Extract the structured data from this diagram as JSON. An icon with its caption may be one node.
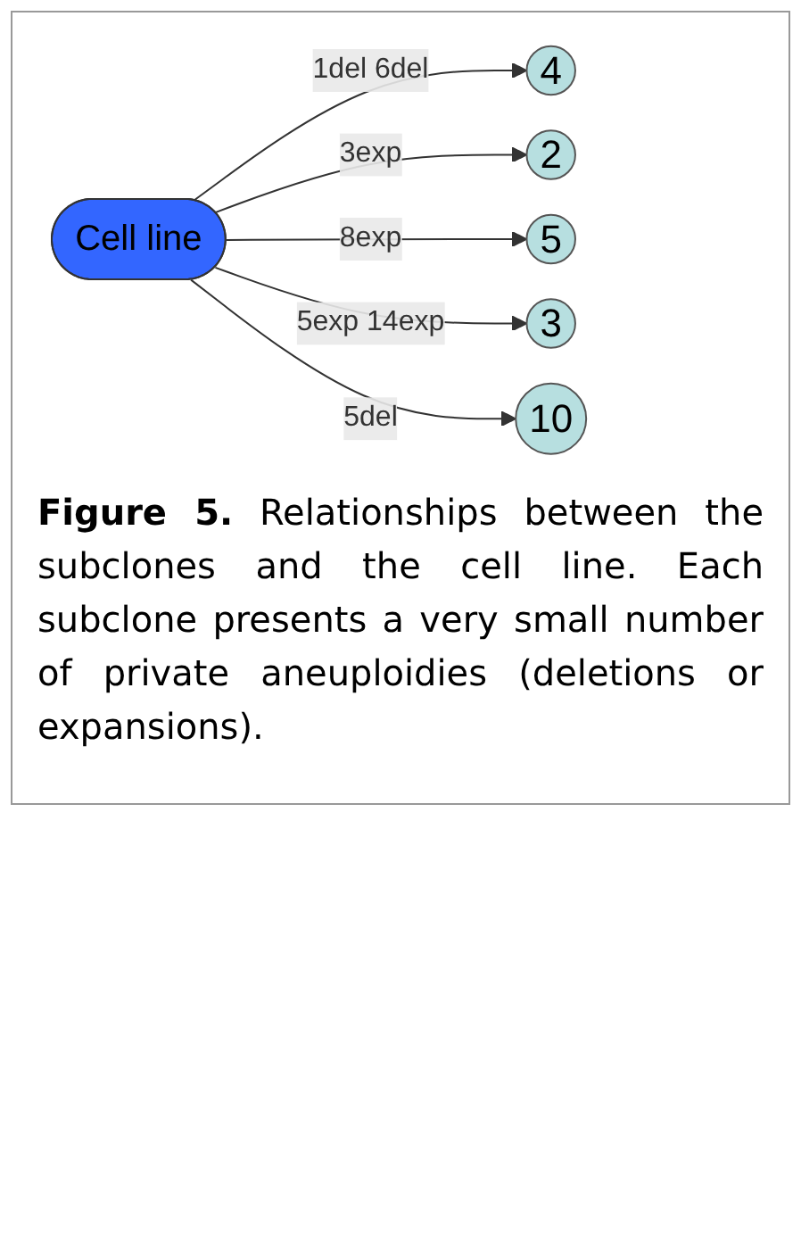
{
  "diagram": {
    "caption": "**Figure 5.** Relationships between the subclones and the cell line. Each subclone presents a very small number of private aneuploidies (deletions or expansions).",
    "nodes": [
      {
        "text": [
          "4"
        ]
      },
      {
        "text": [
          "2"
        ]
      },
      {
        "text": [
          "Cell line"
        ]
      },
      {
        "text": [
          "5"
        ]
      },
      {
        "text": [
          "3"
        ]
      },
      {
        "text": [
          "10"
        ]
      }
    ],
    "edges": [
      {
        "from": 2,
        "to": 0,
        "arrow": "to",
        "label": "1del 6del"
      },
      {
        "from": 2,
        "to": 1,
        "arrow": "to",
        "label": "3exp"
      },
      {
        "from": 2,
        "to": 3,
        "arrow": "to",
        "label": "8exp"
      },
      {
        "from": 2,
        "to": 4,
        "arrow": "to",
        "label": "5exp 14exp"
      },
      {
        "from": 2,
        "to": 5,
        "arrow": "to",
        "label": "5del"
      }
    ]
  }
}
